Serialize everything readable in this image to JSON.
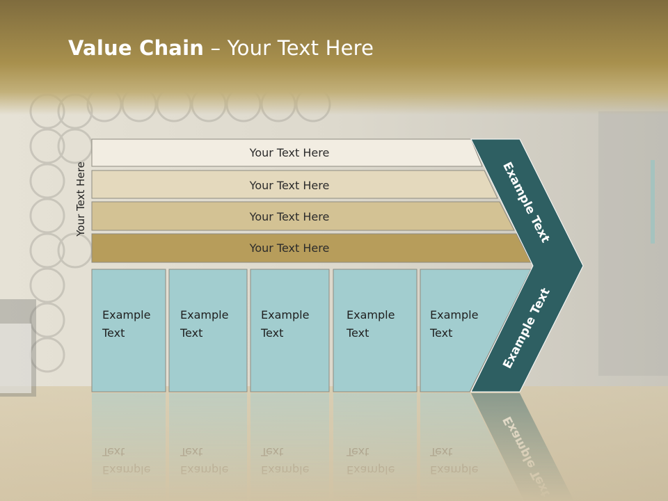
{
  "slide": {
    "title_bold": "Value Chain",
    "title_rest": " – Your Text Here",
    "side_label": "Your Text Here"
  },
  "support_bars": [
    {
      "label": "Your Text Here",
      "color": "#f2ede2"
    },
    {
      "label": "Your Text Here",
      "color": "#e4d9bd"
    },
    {
      "label": "Your Text Here",
      "color": "#d3c294"
    },
    {
      "label": "Your Text Here",
      "color": "#b79d5b"
    }
  ],
  "primary_boxes": [
    {
      "line1": "Example",
      "line2": "Text"
    },
    {
      "line1": "Example",
      "line2": "Text"
    },
    {
      "line1": "Example",
      "line2": "Text"
    },
    {
      "line1": "Example",
      "line2": "Text"
    },
    {
      "line1": "Example",
      "line2": "Text"
    }
  ],
  "chevron": {
    "upper_label": "Example Text",
    "lower_label": "Example Text",
    "color": "#2e5f62"
  },
  "colors": {
    "header": "#a8904d",
    "box_fill": "#a2cdcf",
    "outline": "#8d8a80"
  }
}
